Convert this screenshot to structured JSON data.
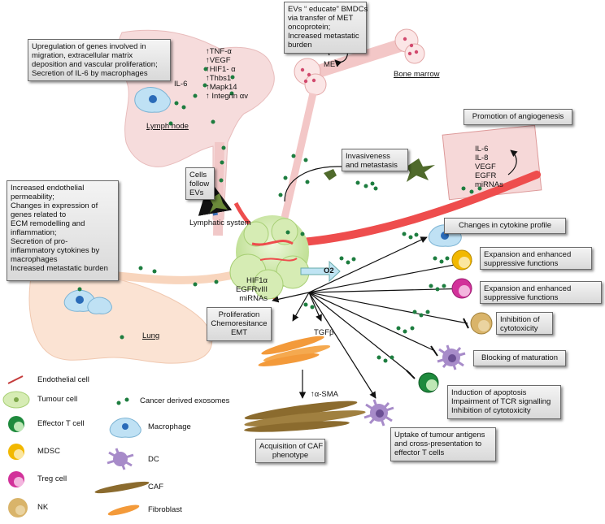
{
  "boxes": {
    "bmdc": [
      "EVs “ educate” BMDCs",
      "via transfer of MET",
      "oncoprotein;",
      "Increased metastatic",
      "burden"
    ],
    "lymph_genes": [
      "Upregulation of genes involved in",
      "migration, extracellular matrix",
      "deposition and vascular proliferation;",
      "Secretion of IL-6 by macrophages"
    ],
    "angiogenesis": "Promotion of angiogenesis",
    "invasiveness": [
      "Invasiveness",
      "and metastasis"
    ],
    "cells_follow": [
      "Cells",
      "follow",
      "EVs"
    ],
    "lung_effects": [
      "Increased endothelial",
      "permeability;",
      "Changes in expression of",
      "genes related to",
      "ECM remodelling and",
      "inflammation;",
      "Secretion of pro-",
      "inflammatory cytokines by",
      "macrophages",
      "Increased metastatic burden"
    ],
    "cytokine": "Changes in  cytokine profile",
    "mdsc_exp": [
      "Expansion and enhanced",
      "suppressive functions"
    ],
    "treg_exp": [
      "Expansion and enhanced",
      "suppressive functions"
    ],
    "nk_inhib": [
      "Inhibition of",
      "cytotoxicity"
    ],
    "dc_block": "Blocking of maturation",
    "apoptosis": [
      "Induction of apoptosis",
      "Impairment of TCR signalling",
      "Inhibition of cytotoxicity"
    ],
    "prolif": [
      "Proliferation",
      "Chemoresitance",
      "EMT"
    ],
    "uptake": [
      "Uptake of tumour antigens",
      "and cross-presentation to",
      "effector T cells"
    ],
    "caf": [
      "Acquisition of CAF",
      "phenotype"
    ]
  },
  "labels": {
    "lymph_factors": [
      "↑TNF-α",
      "↑VEGF",
      "↑HIF1- α",
      "↑Thbs1",
      "↑Mapk14",
      "↑ Integrin αv"
    ],
    "il6": "IL-6",
    "lymph_node": "Lymph node",
    "met": "MET",
    "bone_marrow": "Bone marrow",
    "angio_factors": [
      "IL-6",
      "IL-8",
      "VEGF",
      "EGFR",
      "miRNAs"
    ],
    "lymphatic_system": "Lymphatic system",
    "o2": "O2",
    "tumour_factors": [
      "HIF1α",
      "EGFRvIII",
      "miRNAs"
    ],
    "tgfb": "TGFβ",
    "asma": "↑α-SMA",
    "lung": "Lung"
  },
  "legend": {
    "endothelial": "Endothelial cell",
    "tumour": "Tumour cell",
    "effector": "Effector T cell",
    "mdsc": "MDSC",
    "treg": "Treg cell",
    "nk": "NK",
    "exosomes": "Cancer derived exosomes",
    "macrophage": "Macrophage",
    "dc": "DC",
    "caf": "CAF",
    "fibroblast": "Fibroblast"
  },
  "colors": {
    "vessel_red": "#ee4d4d",
    "lymph_pink": "#f6dcdc",
    "lung_peach": "#fbe3d3",
    "tumour_green": "#d6ecb4",
    "exosome_green": "#1d7d3f",
    "macrophage_blue": "#bfe1f4",
    "dc_purple": "#a78bc9",
    "fibroblast_orange": "#f39a3a",
    "caf_brown": "#8b6b2e",
    "mdsc_yellow": "#f2b800",
    "treg_pink": "#d2329a",
    "nk_tan": "#d9b46a"
  }
}
